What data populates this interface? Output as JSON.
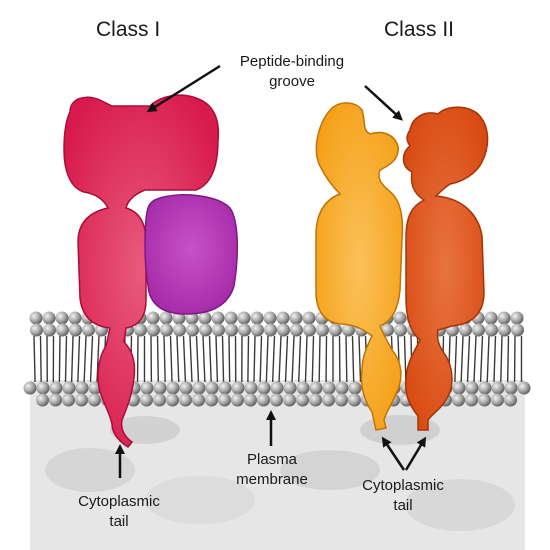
{
  "labels": {
    "class_one": "Class I",
    "class_two": "Class II",
    "groove": [
      "Peptide-binding",
      "groove"
    ],
    "membrane": [
      "Plasma",
      "membrane"
    ],
    "tail_left": [
      "Cytoplasmic",
      "tail"
    ],
    "tail_right": [
      "Cytoplasmic",
      "tail"
    ]
  },
  "colors": {
    "class_one_alpha": "#d81a4d",
    "class_one_beta2m": "#a52aa8",
    "class_two_alpha": "#f5a017",
    "class_two_beta": "#d84a12",
    "lipid_head": "#9a9a9a",
    "cytoplasm": "#e6e6e6"
  }
}
